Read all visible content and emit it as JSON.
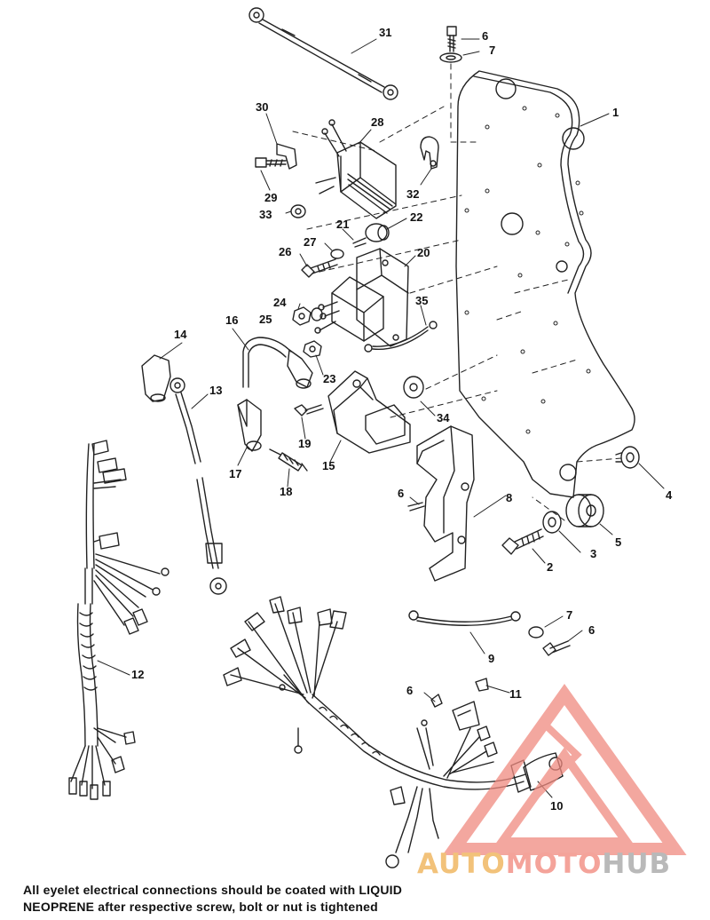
{
  "callouts": [
    "31",
    "6",
    "7",
    "1",
    "30",
    "28",
    "32",
    "29",
    "33",
    "21",
    "22",
    "27",
    "26",
    "20",
    "24",
    "25",
    "35",
    "16",
    "14",
    "23",
    "13",
    "19",
    "15",
    "34",
    "4",
    "17",
    "18",
    "6",
    "8",
    "5",
    "3",
    "2",
    "12",
    "7",
    "6",
    "9",
    "6",
    "11",
    "10"
  ],
  "footnote": {
    "line1": "All eyelet electrical connections should be coated with LIQUID",
    "line2": "NEOPRENE after respective screw, bolt or nut is tightened"
  },
  "watermark": {
    "part1": "AUTO",
    "part2": "MOTO",
    "part3": "HUB",
    "colors": {
      "auto": "#f2c27a",
      "moto": "#f4a39a",
      "hub": "#b9b9b9",
      "triangle": "#f08a80"
    }
  }
}
